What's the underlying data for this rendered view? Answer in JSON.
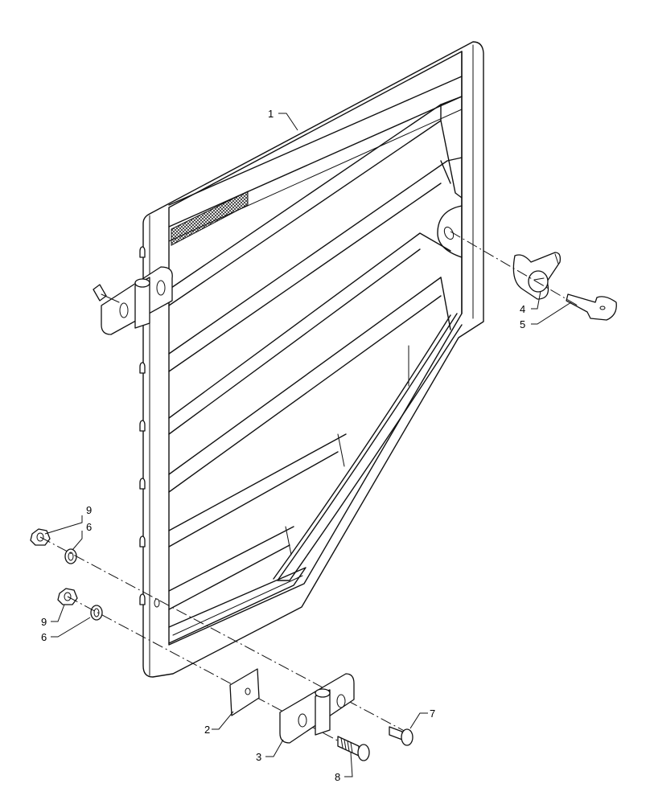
{
  "callouts": {
    "c1": "1",
    "c2": "2",
    "c3": "3",
    "c4": "4",
    "c5": "5",
    "c6a": "6",
    "c6b": "6",
    "c7": "7",
    "c8": "8",
    "c9a": "9",
    "c9b": "9"
  }
}
